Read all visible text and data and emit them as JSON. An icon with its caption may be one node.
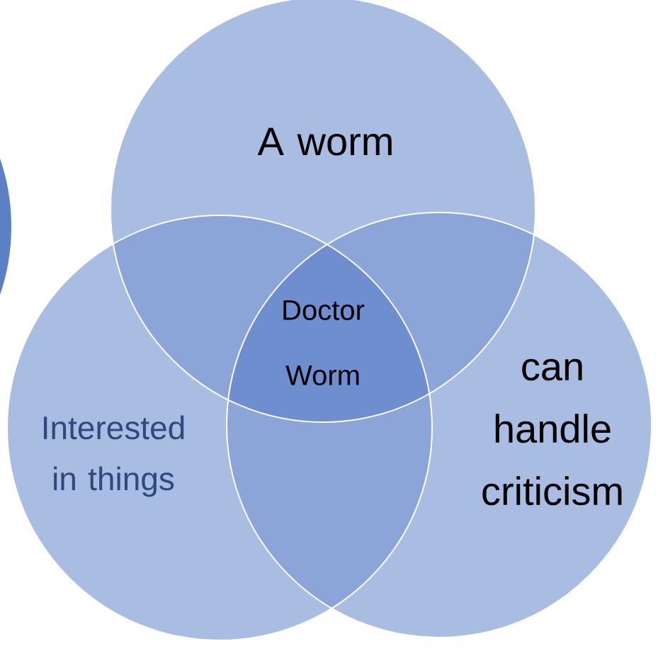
{
  "diagram": {
    "nodes": [
      {
        "text": [
          "A worm"
        ]
      },
      {
        "text": [
          "Interested in things"
        ]
      },
      {
        "text": [
          "can handle criticism"
        ]
      }
    ],
    "labels": [
      "Doctor Worm"
    ]
  }
}
